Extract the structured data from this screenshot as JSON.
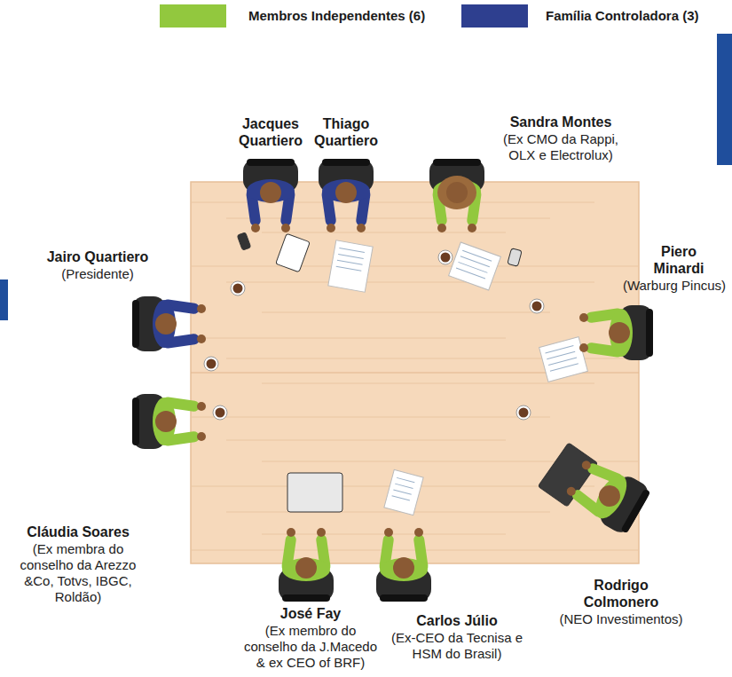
{
  "diagram": {
    "labels": [
      "Jacques Quartiero",
      "Thiago Quartiero",
      "Sandra Montes",
      "(Ex CMO da Rappi, OLX e Electrolux)",
      "Jairo Quartiero",
      "(Presidente)",
      "Piero Minardi",
      "(Warburg Pincus)",
      "Cláudia Soares",
      "(Ex membra do conselho da Arezzo &Co, Totvs, IBGC, Roldão)",
      "Rodrigo Colmonero",
      "(NEO Investimentos)",
      "José Fay",
      "(Ex membro do conselho da J.Macedo & ex CEO of BRF)",
      "Carlos Júlio",
      "(Ex-CEO da Tecnisa e HSM do Brasil)"
    ],
    "legend": [
      {
        "text": "Membros Independentes (6)",
        "color": "#92c83e"
      },
      {
        "text": "Família Controladora (3)",
        "color": "#2e3f8f"
      }
    ]
  }
}
